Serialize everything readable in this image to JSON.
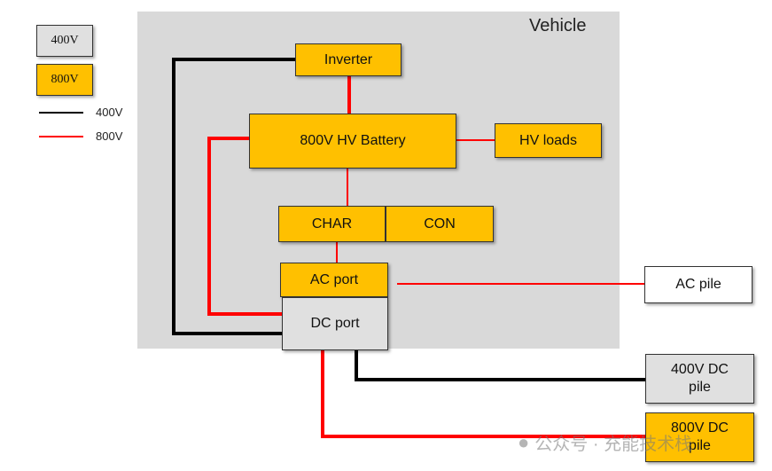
{
  "legend": {
    "box_400": "400V",
    "box_800": "800V",
    "line_400": "400V",
    "line_800": "800V"
  },
  "vehicle": {
    "label": "Vehicle"
  },
  "blocks": {
    "inverter": "Inverter",
    "battery": "800V HV Battery",
    "hv_loads": "HV loads",
    "char": "CHAR",
    "con": "CON",
    "ac_port": "AC port",
    "dc_port": "DC port"
  },
  "piles": {
    "ac_pile": "AC pile",
    "dc400_line1": "400V DC",
    "dc400_line2": "pile",
    "dc800_line1": "800V DC",
    "dc800_line2": "pile"
  },
  "watermark": {
    "text": "公众号 · 充能技术栈"
  },
  "colors": {
    "orange": "#ffc000",
    "grey_box": "#e0e0e0",
    "vehicle_bg": "#d9d9d9",
    "line_400": "#000000",
    "line_800": "#ff0000"
  }
}
